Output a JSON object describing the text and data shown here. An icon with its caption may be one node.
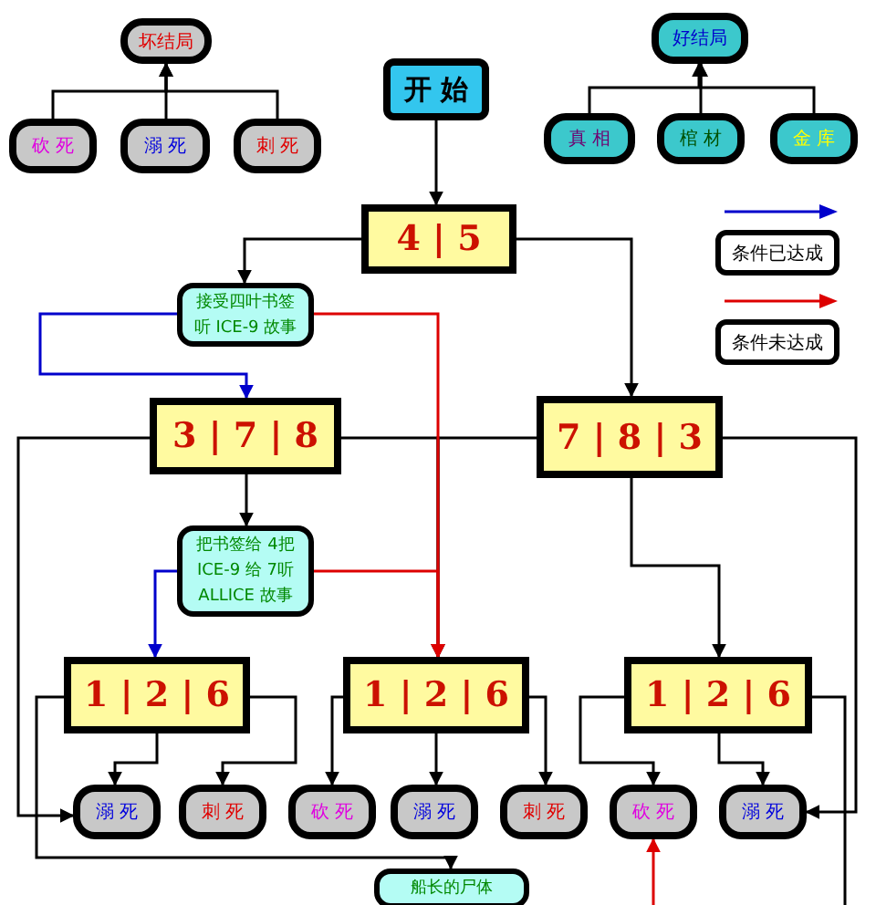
{
  "diagram": {
    "nodes": [
      {
        "text": [
          "坏结局"
        ]
      },
      {
        "text": [
          "砍 死"
        ]
      },
      {
        "text": [
          "溺 死"
        ]
      },
      {
        "text": [
          "刺 死"
        ]
      },
      {
        "text": [
          "开 始"
        ]
      },
      {
        "text": [
          "好结局"
        ]
      },
      {
        "text": [
          "真 相"
        ]
      },
      {
        "text": [
          "棺 材"
        ]
      },
      {
        "text": [
          "金 库"
        ]
      },
      {
        "text": [
          "4 | 5"
        ]
      },
      {
        "text": [
          "接受四叶书签听 ICE-9 故事"
        ]
      },
      {
        "text": [
          "3 | 7 | 8"
        ]
      },
      {
        "text": [
          "7 | 8 | 3"
        ]
      },
      {
        "text": [
          "把书签给 4把 ICE-9 给 7听 ALLICE 故事"
        ]
      },
      {
        "text": [
          "1 | 2 | 6"
        ]
      },
      {
        "text": [
          "1 | 2 | 6"
        ]
      },
      {
        "text": [
          "1 | 2 | 6"
        ]
      },
      {
        "text": [
          "溺 死"
        ]
      },
      {
        "text": [
          "刺 死"
        ]
      },
      {
        "text": [
          "砍 死"
        ]
      },
      {
        "text": [
          "溺 死"
        ]
      },
      {
        "text": [
          "刺 死"
        ]
      },
      {
        "text": [
          "砍 死"
        ]
      },
      {
        "text": [
          "溺 死"
        ]
      },
      {
        "text": [
          "船长的尸体"
        ]
      }
    ],
    "edges": [
      {
        "from": 1,
        "to": 0,
        "arrow": "to"
      },
      {
        "from": 2,
        "to": 0,
        "arrow": "to"
      },
      {
        "from": 3,
        "to": 0,
        "arrow": "to"
      },
      {
        "from": 6,
        "to": 5,
        "arrow": "to"
      },
      {
        "from": 7,
        "to": 5,
        "arrow": "to"
      },
      {
        "from": 8,
        "to": 5,
        "arrow": "to"
      },
      {
        "from": 4,
        "to": 9,
        "arrow": "to"
      },
      {
        "from": 9,
        "to": 10,
        "arrow": "to"
      },
      {
        "from": 9,
        "to": 12,
        "arrow": "to"
      },
      {
        "from": 10,
        "to": 11,
        "arrow": "to",
        "color": "#0000cc"
      },
      {
        "from": 10,
        "to": 15,
        "arrow": "to",
        "color": "#dd0000"
      },
      {
        "from": 11,
        "to": 13,
        "arrow": "to"
      },
      {
        "from": 11,
        "to": 15,
        "arrow": "to"
      },
      {
        "from": 12,
        "to": 15,
        "arrow": "to"
      },
      {
        "from": 13,
        "to": 14,
        "arrow": "to",
        "color": "#0000cc"
      },
      {
        "from": 13,
        "to": 15,
        "arrow": "to",
        "color": "#dd0000"
      },
      {
        "from": 12,
        "to": 16,
        "arrow": "to"
      },
      {
        "from": 12,
        "to": 23,
        "arrow": "to"
      },
      {
        "from": 11,
        "to": 17,
        "arrow": "to"
      },
      {
        "from": 14,
        "to": 17,
        "arrow": "to"
      },
      {
        "from": 14,
        "to": 18,
        "arrow": "to"
      },
      {
        "from": 14,
        "to": 24,
        "arrow": "to"
      },
      {
        "from": 15,
        "to": 19,
        "arrow": "to"
      },
      {
        "from": 15,
        "to": 20,
        "arrow": "to"
      },
      {
        "from": 15,
        "to": 21,
        "arrow": "to"
      },
      {
        "from": 16,
        "to": 22,
        "arrow": "to"
      },
      {
        "from": 16,
        "to": 23,
        "arrow": "to"
      },
      {
        "from": 16,
        "to": null,
        "arrow": "none"
      },
      {
        "from": null,
        "to": 22,
        "arrow": "to",
        "color": "#dd0000"
      }
    ],
    "legend": [
      {
        "text": "条件已达成",
        "color": "#0000cc"
      },
      {
        "text": "条件未达成",
        "color": "#dd0000"
      }
    ]
  }
}
